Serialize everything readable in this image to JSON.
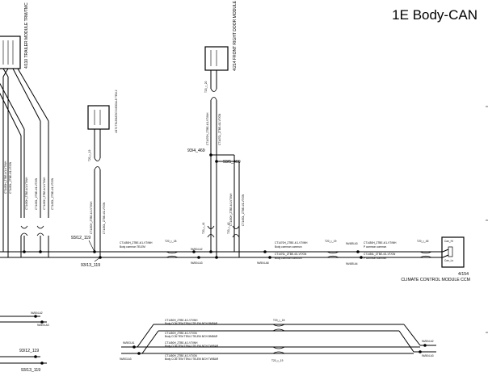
{
  "title": "1E Body-CAN",
  "modules": {
    "trailer": {
      "code": "4/110",
      "name": "TRAILER MODULE TRM/TMC"
    },
    "telematics": {
      "code": "4/172",
      "name": "TELEMATICS MODULE TEM-2"
    },
    "front_door": {
      "code": "4/214",
      "name": "FRONT RIGHT DOOR MODULE"
    },
    "climate": {
      "code": "4/154",
      "name": "CLIMATE CONTROL MODULE CCM",
      "pin_hi": "Can_Hi",
      "pin_lo": "Can_Lo"
    }
  },
  "junctions": {
    "j1": "93/12_119",
    "j2": "93/13_119",
    "j3": "93/4_469",
    "j4": "93/5_469",
    "j5": "94/503.A1",
    "j6": "94/503.A3",
    "j7": "94/504.A2",
    "j8": "94/504.A3",
    "j9": "94/485.A3",
    "j10": "94/485.A4",
    "j11": "94/504.A3"
  },
  "twists": {
    "t1": "T20_▯_19",
    "t2": "T20_▯_18",
    "t3": "T20_▯_19",
    "t4": "T20_▯_20",
    "t5": "T20_▯_41",
    "t6": "T20_▯_40",
    "t7": "T20_▯_45",
    "t8": "T20_▯_18",
    "t9": "T20_▯_19"
  },
  "wires": {
    "hi_top": "CT1450H_ZTBE-4/1-VT/WH",
    "hi_bus": "Body common TELEM",
    "lo_bus": "Body common TELEM",
    "climate_hi": "CT1470H_ZTBE-4/1-VT/WH",
    "climate_hi_sub": "Body common common",
    "climate_lo": "CT1470L_ZTBE-4/1-VT/GN",
    "climate_lo_sub": "Body common common",
    "ccm_hi": "CT1450H_ZTBE-4/1-VT/WH",
    "ccm_hi_sub": "P common common",
    "ccm_lo": "CT1450L_ZTBE-4/1-VT/GN",
    "ccm_lo_sub": "P common common",
    "b1": "CT1450H_ZTBE-4/1-VT/WH",
    "b1_sub": "Body CCM TEM TEM-0 TELEM 8/CH BMBAR",
    "b2": "CT1450H_ZTBE-4/1-VT/GN",
    "b2_sub": "Body CCM TEM TEM-0 TELEM 8/CH BMBAR",
    "b3": "CT1450H_ZTBE-4/1-VT/WH",
    "b3_sub": "Body CCM TEM TEM-0 TELEM 8/CH TWIBAR",
    "b4": "CT1450H_ZTBE-4/1-VT/GN",
    "b4_sub": "Body CCM TEM TEM-0 TELEM 8/CH TWIBAR"
  },
  "colors": {
    "ink": "#000000",
    "paper": "#ffffff"
  }
}
